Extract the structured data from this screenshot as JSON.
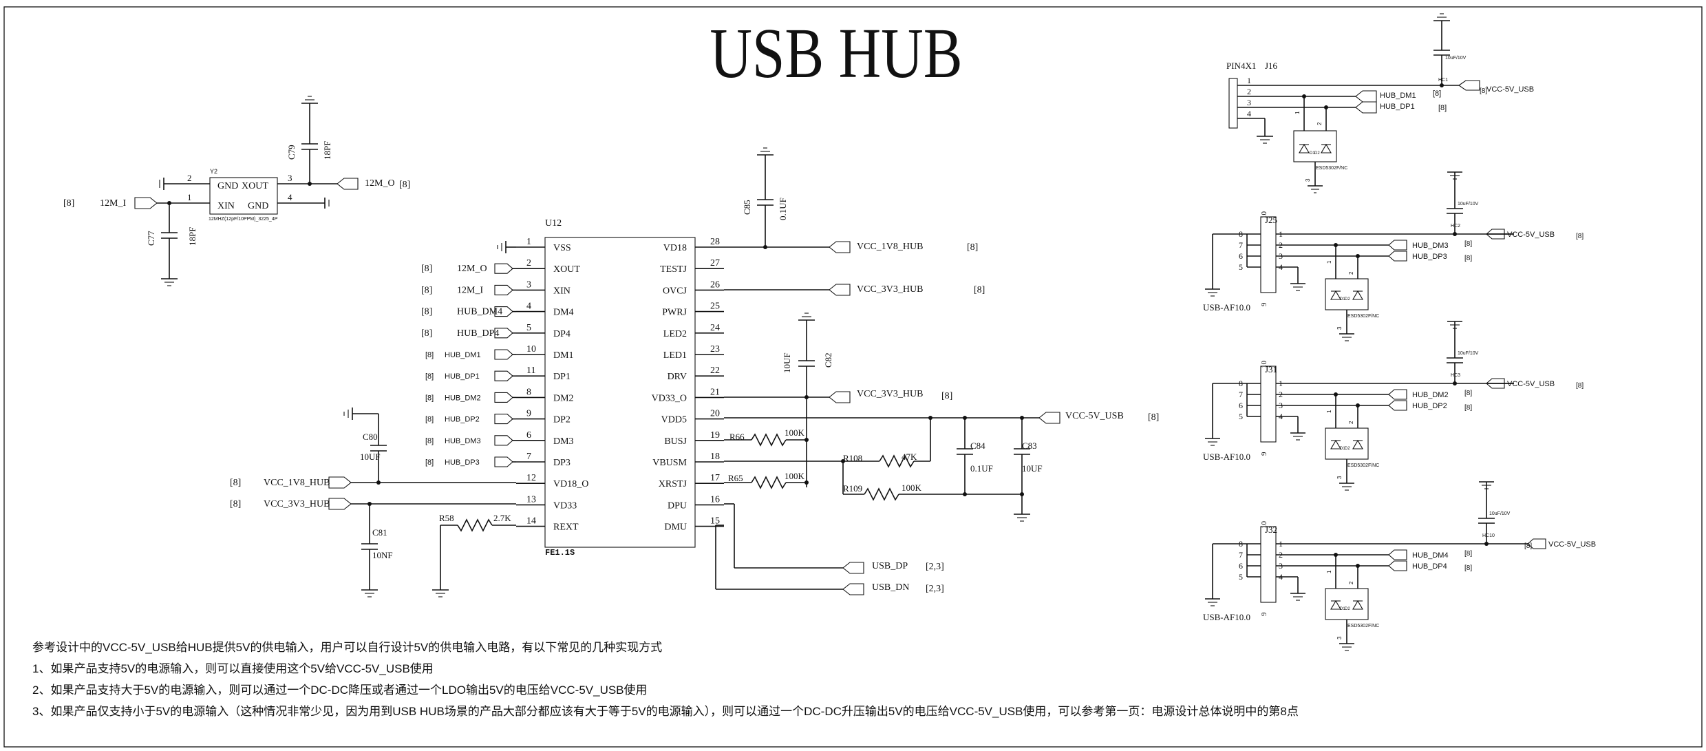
{
  "title": "USB HUB",
  "chip": {
    "ref": "U12",
    "part": "FE1.1S",
    "left_pins": [
      {
        "num": "1",
        "name": "VSS"
      },
      {
        "num": "2",
        "name": "XOUT"
      },
      {
        "num": "3",
        "name": "XIN"
      },
      {
        "num": "4",
        "name": "DM4"
      },
      {
        "num": "5",
        "name": "DP4"
      },
      {
        "num": "10",
        "name": "DM1"
      },
      {
        "num": "11",
        "name": "DP1"
      },
      {
        "num": "8",
        "name": "DM2"
      },
      {
        "num": "9",
        "name": "DP2"
      },
      {
        "num": "6",
        "name": "DM3"
      },
      {
        "num": "7",
        "name": "DP3"
      },
      {
        "num": "12",
        "name": "VD18_O"
      },
      {
        "num": "13",
        "name": "VD33"
      },
      {
        "num": "14",
        "name": "REXT"
      }
    ],
    "right_pins": [
      {
        "num": "28",
        "name": "VD18"
      },
      {
        "num": "27",
        "name": "TESTJ"
      },
      {
        "num": "26",
        "name": "OVCJ"
      },
      {
        "num": "25",
        "name": "PWRJ"
      },
      {
        "num": "24",
        "name": "LED2"
      },
      {
        "num": "23",
        "name": "LED1"
      },
      {
        "num": "22",
        "name": "DRV"
      },
      {
        "num": "21",
        "name": "VD33_O"
      },
      {
        "num": "20",
        "name": "VDD5"
      },
      {
        "num": "19",
        "name": "BUSJ"
      },
      {
        "num": "18",
        "name": "VBUSM"
      },
      {
        "num": "17",
        "name": "XRSTJ"
      },
      {
        "num": "16",
        "name": "DPU"
      },
      {
        "num": "15",
        "name": "DMU"
      }
    ]
  },
  "left_nets": [
    {
      "ref": "[8]",
      "name": "12M_O"
    },
    {
      "ref": "[8]",
      "name": "12M_I"
    },
    {
      "ref": "[8]",
      "name": "HUB_DM4"
    },
    {
      "ref": "[8]",
      "name": "HUB_DP4"
    },
    {
      "ref": "[8]",
      "name": "HUB_DM1"
    },
    {
      "ref": "[8]",
      "name": "HUB_DP1"
    },
    {
      "ref": "[8]",
      "name": "HUB_DM2"
    },
    {
      "ref": "[8]",
      "name": "HUB_DP2"
    },
    {
      "ref": "[8]",
      "name": "HUB_DM3"
    },
    {
      "ref": "[8]",
      "name": "HUB_DP3"
    }
  ],
  "power_in": [
    {
      "ref": "[8]",
      "name": "VCC_1V8_HUB"
    },
    {
      "ref": "[8]",
      "name": "VCC_3V3_HUB"
    }
  ],
  "right_nets": [
    {
      "name": "VCC_1V8_HUB",
      "ref": "[8]"
    },
    {
      "name": "VCC_3V3_HUB",
      "ref": "[8]"
    },
    {
      "name": "VCC_3V3_HUB",
      "ref": "[8]"
    },
    {
      "name": "VCC-5V_USB",
      "ref": "[8]"
    },
    {
      "name": "USB_DP",
      "ref": "[2,3]"
    },
    {
      "name": "USB_DN",
      "ref": "[2,3]"
    }
  ],
  "crystal": {
    "pins": [
      "2",
      "1",
      "3",
      "4"
    ],
    "labels": [
      "GND",
      "XOUT",
      "XIN",
      "GND"
    ],
    "part": "12MHZ(12pF/10PPM)_3225_4P",
    "y_ref": "Y2",
    "net_out": "12M_O",
    "net_in": "12M_I",
    "ref_out": "[8]",
    "ref_in": "[8]"
  },
  "caps": {
    "C79": {
      "ref": "C79",
      "val": "18PF"
    },
    "C77": {
      "ref": "C77",
      "val": "18PF"
    },
    "C85": {
      "ref": "C85",
      "val": "0.1UF"
    },
    "C82": {
      "ref": "C82",
      "val": "10UF"
    },
    "C84": {
      "ref": "C84",
      "val": "0.1UF"
    },
    "C83": {
      "ref": "C83",
      "val": "10UF"
    },
    "C80": {
      "ref": "C80",
      "val": "10UF"
    },
    "C81": {
      "ref": "C81",
      "val": "10NF"
    }
  },
  "resistors": {
    "R66": {
      "ref": "R66",
      "val": "100K"
    },
    "R65": {
      "ref": "R65",
      "val": "100K"
    },
    "R108": {
      "ref": "R108",
      "val": "47K"
    },
    "R109": {
      "ref": "R109",
      "val": "100K"
    },
    "R58": {
      "ref": "R58",
      "val": "2.7K"
    }
  },
  "j16": {
    "header": "PIN4X1",
    "ref": "J16",
    "pins": [
      "1",
      "2",
      "3",
      "4"
    ],
    "cap_val": "10uF/10V",
    "cap_ref": "HC1",
    "nets": [
      "HUB_DM1",
      "HUB_DP1"
    ],
    "net_refs": [
      "[8]",
      "[8]"
    ],
    "power": "VCC-5V_USB",
    "power_ref": "[8]",
    "esd": "ESD5302F/NC",
    "esd_pins": [
      "1",
      "2",
      "3"
    ],
    "esd_tags": [
      "D1",
      "D2"
    ]
  },
  "usb_ports": [
    {
      "ref": "J25",
      "part": "USB-AF10.0",
      "cap_val": "10uF/10V",
      "cap_ref": "HC2",
      "nets": [
        "HUB_DM3",
        "HUB_DP3"
      ],
      "net_refs": [
        "[8]",
        "[8]"
      ],
      "power": "VCC-5V_USB",
      "power_ref": "[8]",
      "esd": "ESD5302F/NC"
    },
    {
      "ref": "J31",
      "part": "USB-AF10.0",
      "cap_val": "10uF/10V",
      "cap_ref": "HC3",
      "nets": [
        "HUB_DM2",
        "HUB_DP2"
      ],
      "net_refs": [
        "[8]",
        "[8]"
      ],
      "power": "VCC-5V_USB",
      "power_ref": "[8]",
      "esd": "ESD5302F/NC"
    },
    {
      "ref": "J32",
      "part": "USB-AF10.0",
      "cap_val": "10uF/10V",
      "cap_ref": "HC10",
      "nets": [
        "HUB_DM4",
        "HUB_DP4"
      ],
      "net_refs": [
        "[8]",
        "[8]"
      ],
      "power": "VCC-5V_USB",
      "power_ref": "[8]",
      "esd": "ESD5302F/NC"
    }
  ],
  "usb_pins": {
    "shell": [
      "8",
      "7",
      "6",
      "5"
    ],
    "signal": [
      "1",
      "2",
      "3",
      "4"
    ],
    "top": "10",
    "bottom": "9"
  },
  "notes": [
    "参考设计中的VCC-5V_USB给HUB提供5V的供电输入，用户可以自行设计5V的供电输入电路，有以下常见的几种实现方式",
    "1、如果产品支持5V的电源输入，则可以直接使用这个5V给VCC-5V_USB使用",
    "2、如果产品支持大于5V的电源输入，则可以通过一个DC-DC降压或者通过一个LDO输出5V的电压给VCC-5V_USB使用",
    "3、如果产品仅支持小于5V的电源输入（这种情况非常少见，因为用到USB HUB场景的产品大部分都应该有大于等于5V的电源输入），则可以通过一个DC-DC升压输出5V的电压给VCC-5V_USB使用，可以参考第一页：电源设计总体说明中的第8点"
  ]
}
